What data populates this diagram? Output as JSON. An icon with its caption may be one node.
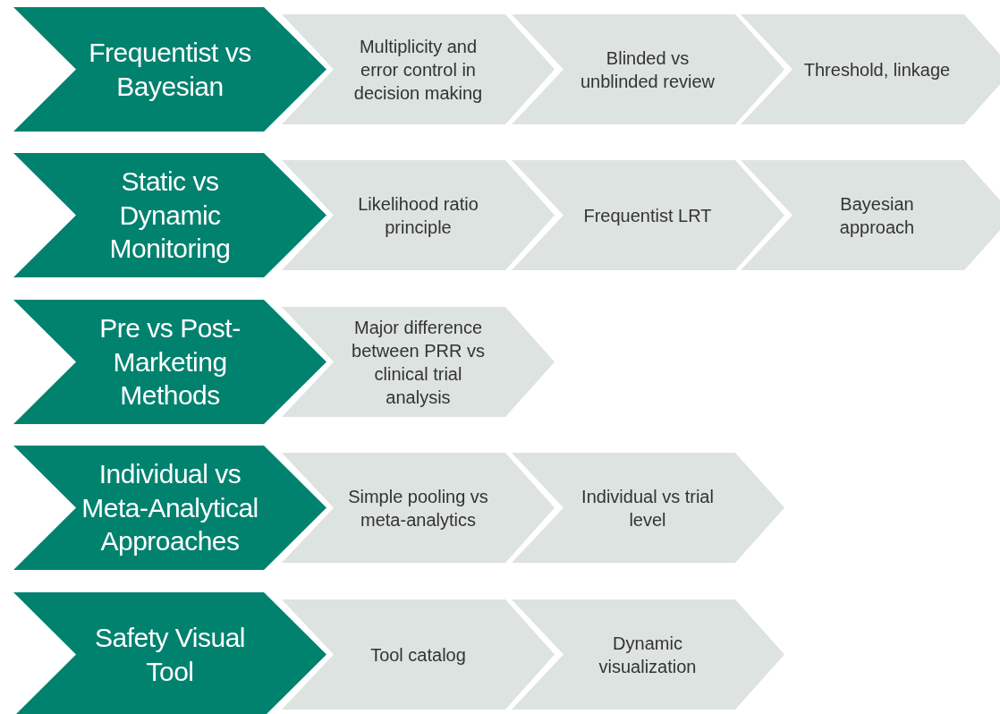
{
  "diagram": {
    "nodes": [
      {
        "text": [
          "Frequentist vs Bayesian"
        ]
      },
      {
        "text": [
          "Multiplicity  and error control in decision making"
        ]
      },
      {
        "text": [
          "Blinded vs unblinded review"
        ]
      },
      {
        "text": [
          "Threshold, linkage"
        ]
      },
      {
        "text": [
          "Static vs Dynamic Monitoring"
        ]
      },
      {
        "text": [
          "Likelihood ratio principle"
        ]
      },
      {
        "text": [
          "Frequentist LRT"
        ]
      },
      {
        "text": [
          "Bayesian approach"
        ]
      },
      {
        "text": [
          "Pre vs Post-Marketing Methods"
        ]
      },
      {
        "text": [
          "Major difference between PRR vs clinical trial analysis"
        ]
      },
      {
        "text": [
          "Individual vs Meta-Analytical Approaches"
        ]
      },
      {
        "text": [
          "Simple pooling vs meta-analytics"
        ]
      },
      {
        "text": [
          "Individual vs trial level"
        ]
      },
      {
        "text": [
          "Safety Visual Tool"
        ]
      },
      {
        "text": [
          "Tool catalog"
        ]
      },
      {
        "text": [
          "Dynamic visualization"
        ]
      }
    ]
  }
}
